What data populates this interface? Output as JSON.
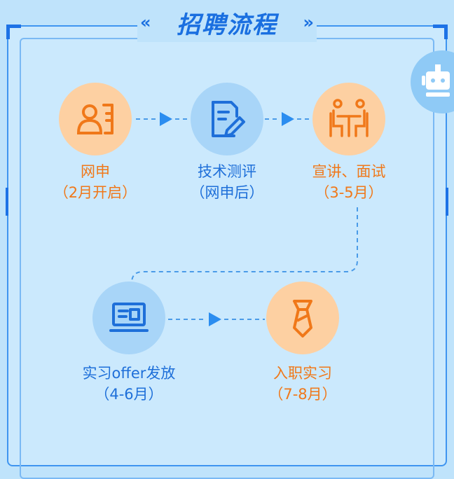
{
  "title": "招聘流程",
  "steps": [
    {
      "name": "网申",
      "period": "（2月开启）",
      "color": "#f07819"
    },
    {
      "name": "技术测评",
      "period": "（网申后）",
      "color": "#1e6fd9"
    },
    {
      "name": "宣讲、面试",
      "period": "（3-5月）",
      "color": "#f07819"
    },
    {
      "name": "实习offer发放",
      "period": "（4-6月）",
      "color": "#1e6fd9"
    },
    {
      "name": "入职实习",
      "period": "（7-8月）",
      "color": "#f07819"
    }
  ],
  "icons": [
    "resume-icon",
    "document-edit-icon",
    "interview-icon",
    "laptop-icon",
    "tie-icon",
    "robot-icon"
  ],
  "colors": {
    "accent_blue": "#1a6fe0",
    "accent_orange": "#f07819",
    "background": "#bfe3fb"
  }
}
